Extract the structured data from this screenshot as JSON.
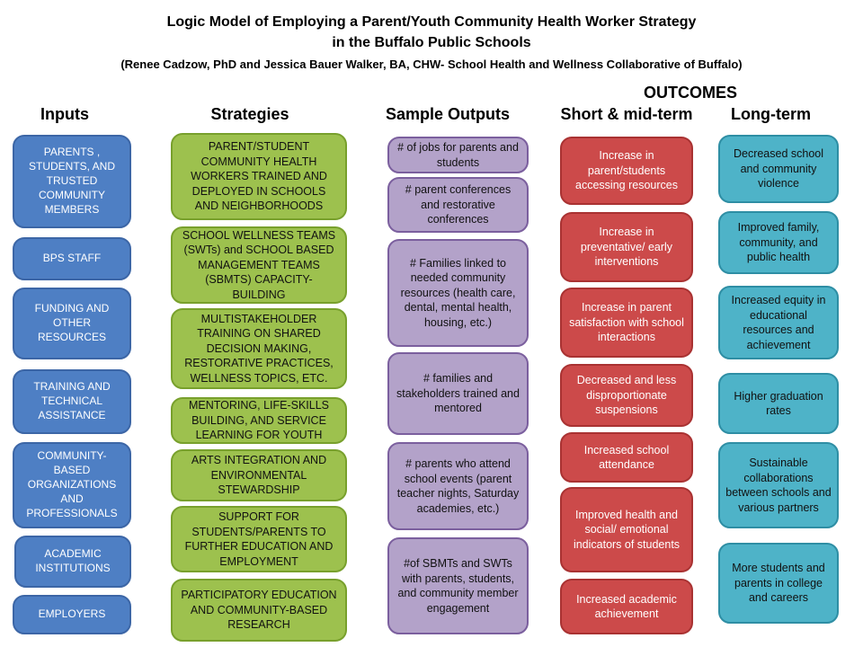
{
  "title": {
    "line1": "Logic Model of Employing a Parent/Youth Community Health Worker Strategy",
    "line2": "in the Buffalo Public Schools",
    "line3": "(Renee Cadzow, PhD and Jessica Bauer Walker, BA, CHW- School Health and Wellness Collaborative of Buffalo)"
  },
  "headers": {
    "outcomes": "OUTCOMES",
    "inputs": "Inputs",
    "strategies": "Strategies",
    "outputs": "Sample Outputs",
    "short_mid": "Short & mid-term",
    "long_term": "Long-term"
  },
  "inputs": [
    "PARENTS , STUDENTS, AND TRUSTED COMMUNITY MEMBERS",
    "BPS STAFF",
    "FUNDING AND OTHER RESOURCES",
    "TRAINING AND TECHNICAL ASSISTANCE",
    "COMMUNITY-BASED ORGANIZATIONS AND PROFESSIONALS",
    "ACADEMIC INSTITUTIONS",
    "EMPLOYERS"
  ],
  "strategies": [
    "PARENT/STUDENT COMMUNITY HEALTH WORKERS TRAINED AND DEPLOYED IN SCHOOLS AND NEIGHBORHOODS",
    "SCHOOL WELLNESS TEAMS (SWTs) and SCHOOL BASED MANAGEMENT TEAMS (SBMTS) CAPACITY-BUILDING",
    "MULTISTAKEHOLDER TRAINING ON SHARED DECISION MAKING, RESTORATIVE PRACTICES, WELLNESS TOPICS, ETC.",
    "MENTORING, LIFE-SKILLS BUILDING, AND SERVICE LEARNING FOR YOUTH",
    "ARTS INTEGRATION AND ENVIRONMENTAL STEWARDSHIP",
    "SUPPORT FOR STUDENTS/PARENTS TO FURTHER EDUCATION AND EMPLOYMENT",
    "PARTICIPATORY EDUCATION AND COMMUNITY-BASED RESEARCH"
  ],
  "outputs": [
    "# of jobs for parents and students",
    "# parent conferences and restorative conferences",
    "# Families linked to needed community resources (health care, dental, mental health, housing, etc.)",
    "# families and stakeholders trained and mentored",
    "# parents who attend school events (parent teacher nights, Saturday academies, etc.)",
    "#of SBMTs and SWTs with parents, students, and community member engagement"
  ],
  "short_mid": [
    "Increase in parent/students accessing resources",
    "Increase in preventative/ early interventions",
    "Increase in parent satisfaction with school interactions",
    "Decreased and less disproportionate suspensions",
    "Increased school attendance",
    "Improved health and social/ emotional indicators of students",
    "Increased academic achievement"
  ],
  "long_term": [
    "Decreased school and community violence",
    "Improved family, community, and public health",
    "Increased equity in educational resources and achievement",
    "Higher graduation rates",
    "Sustainable collaborations between schools and various partners",
    "More students and parents in college and careers"
  ],
  "colors": {
    "inputs": "#4e7fc4",
    "strategies": "#9dc14e",
    "outputs": "#b3a2c9",
    "short_mid": "#cc4a4a",
    "long_term": "#4eb3c8"
  }
}
